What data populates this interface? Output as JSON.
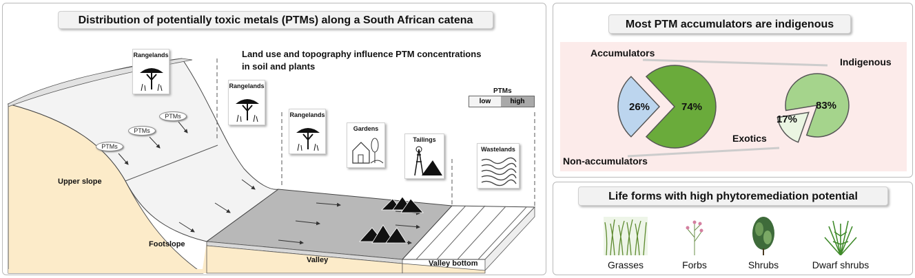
{
  "left_panel": {
    "title": "Distribution of potentially toxic metals (PTMs) along a South African catena",
    "subtitle_line1": "Land use and topography influence PTM concentrations",
    "subtitle_line2": "in soil and plants",
    "legend": {
      "title": "PTMs",
      "low": "low",
      "high": "high"
    },
    "landuse": {
      "rangelands_1": "Rangelands",
      "rangelands_2": "Rangelands",
      "rangelands_3": "Rangelands",
      "gardens": "Gardens",
      "tailings": "Tailings",
      "wastelands": "Wastelands"
    },
    "ptm_chips": {
      "c1": "PTMs",
      "c2": "PTMs",
      "c3": "PTMs"
    },
    "zones": {
      "upper_slope": "Upper slope",
      "footslope": "Footslope",
      "valley": "Valley",
      "valley_bottom": "Valley bottom"
    }
  },
  "right_top": {
    "title": "Most PTM accumulators are indigenous",
    "labels": {
      "accumulators": "Accumulators",
      "non_accumulators": "Non-accumulators",
      "indigenous": "Indigenous",
      "exotics": "Exotics"
    },
    "pie1_labels": {
      "a": "26%",
      "b": "74%"
    },
    "pie2_labels": {
      "a": "83%",
      "b": "17%"
    },
    "chart_data": [
      {
        "type": "pie",
        "categories": [
          "Non-accumulators",
          "Accumulators"
        ],
        "values": [
          26,
          74
        ],
        "colors": [
          "#bcd5ee",
          "#6aab3b"
        ]
      },
      {
        "type": "pie",
        "categories": [
          "Indigenous",
          "Exotics"
        ],
        "values": [
          83,
          17
        ],
        "colors": [
          "#a5d48c",
          "#eaf5e2"
        ]
      }
    ]
  },
  "right_bottom": {
    "title": "Life forms with high phytoremediation potential",
    "items": {
      "grasses": "Grasses",
      "forbs": "Forbs",
      "shrubs": "Shrubs",
      "dwarf_shrubs": "Dwarf shrubs"
    }
  }
}
